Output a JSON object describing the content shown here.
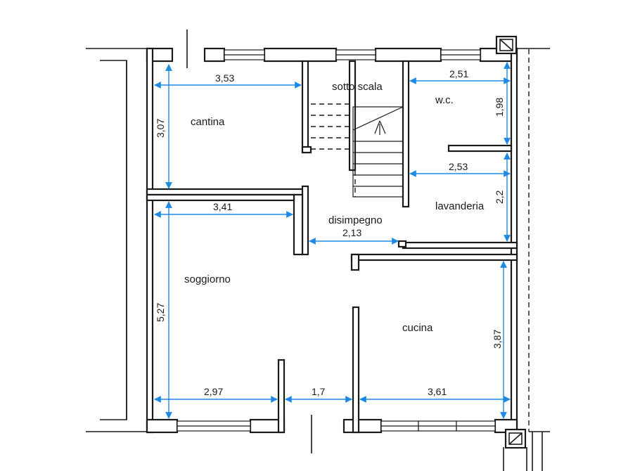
{
  "rooms": {
    "cantina": "cantina",
    "sotto_scala": "sotto scala",
    "wc": "w.c.",
    "lavanderia": "lavanderia",
    "disimpegno": "disimpegno",
    "soggiorno": "soggiorno",
    "cucina": "cucina"
  },
  "dimensions": {
    "cantina_width": "3,53",
    "cantina_height": "3,07",
    "wc_width": "2,51",
    "wc_height": "1,98",
    "lavanderia_width": "2,53",
    "lavanderia_height": "2,2",
    "soggiorno_width_top": "3,41",
    "disimpegno_width": "2,13",
    "soggiorno_height": "5,27",
    "soggiorno_width_bottom": "2,97",
    "passage_width": "1,7",
    "cucina_width": "3,61",
    "cucina_height": "3,87"
  },
  "colors": {
    "walls": "#1a1a1a",
    "dimension_lines": "#1e88e5"
  }
}
